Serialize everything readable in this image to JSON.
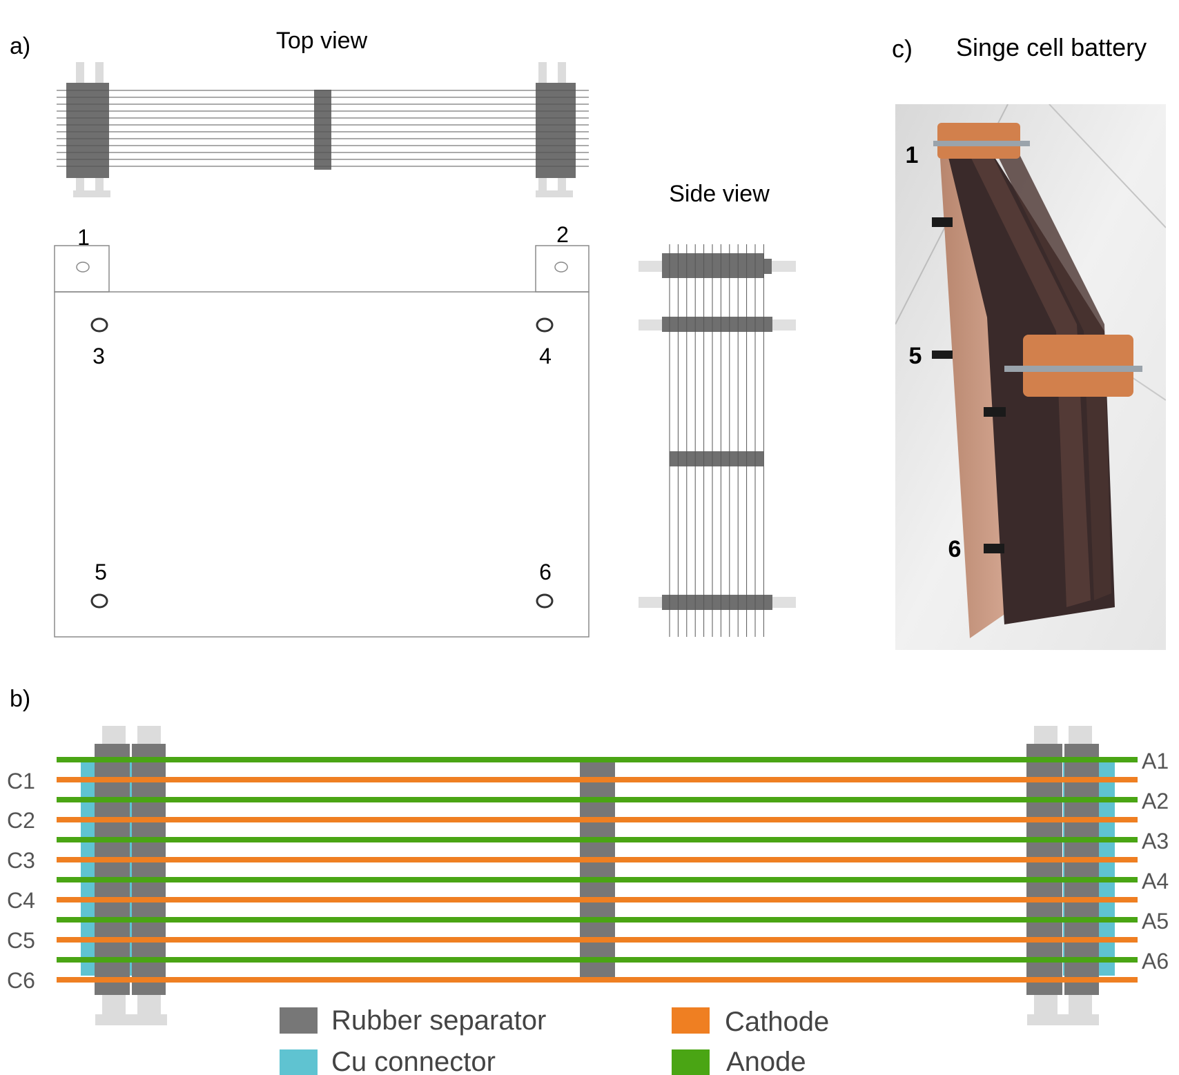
{
  "panel_a": {
    "letter": "a)",
    "top_view_title": "Top view",
    "side_view_title": "Side view",
    "hole_labels": [
      "1",
      "2",
      "3",
      "4",
      "5",
      "6"
    ]
  },
  "panel_b": {
    "letter": "b)",
    "cathode_labels": [
      "C1",
      "C2",
      "C3",
      "C4",
      "C5",
      "C6"
    ],
    "anode_labels": [
      "A1",
      "A2",
      "A3",
      "A4",
      "A5",
      "A6"
    ],
    "legend": [
      {
        "label": "Rubber separator",
        "color": "#777777"
      },
      {
        "label": "Cu connector",
        "color": "#5fc3d1"
      },
      {
        "label": "Cathode",
        "color": "#ef7f22"
      },
      {
        "label": "Anode",
        "color": "#4aa514"
      }
    ]
  },
  "panel_c": {
    "letter": "c)",
    "title": "Singe cell battery",
    "photo_labels": [
      "1",
      "5",
      "6"
    ]
  },
  "colors": {
    "rubber": "#777777",
    "cu": "#5fc3d1",
    "cathode": "#ef7f22",
    "anode": "#4aa514",
    "bolt": "#dcdcdc"
  }
}
